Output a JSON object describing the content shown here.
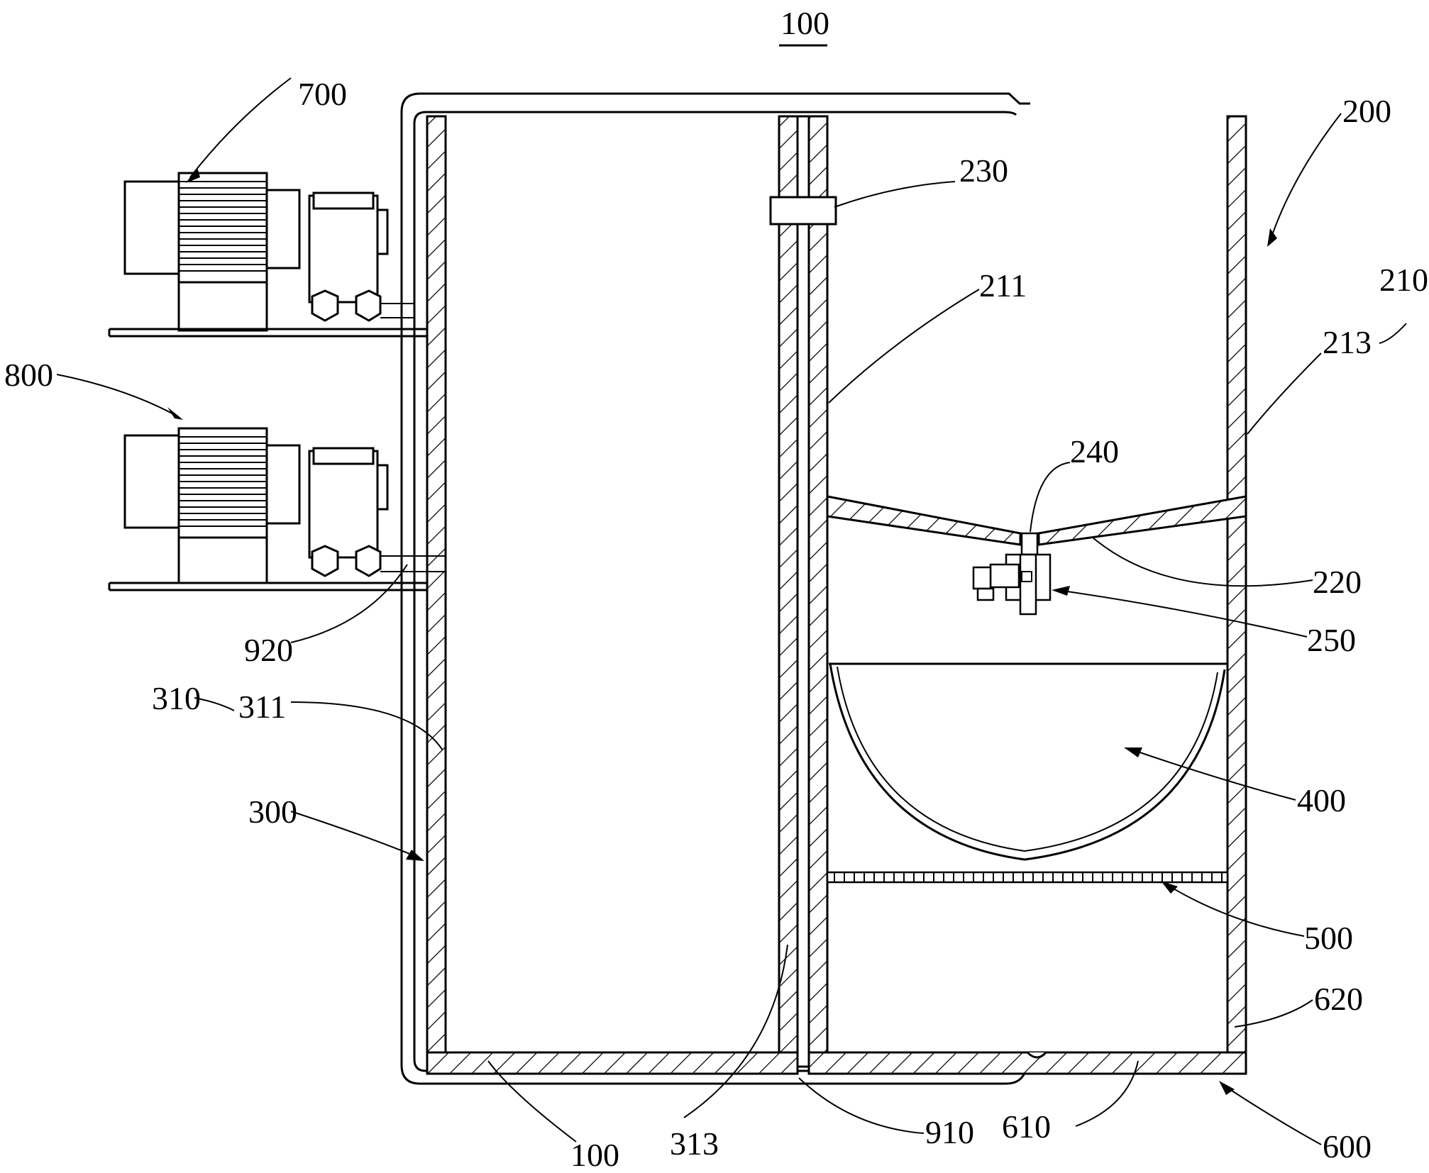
{
  "figure": {
    "title_ref": "100",
    "labels": {
      "l700": "700",
      "l800": "800",
      "l200": "200",
      "l210": "210",
      "l211": "211",
      "l213": "213",
      "l220": "220",
      "l230": "230",
      "l240": "240",
      "l250": "250",
      "l300": "300",
      "l310": "310",
      "l311": "311",
      "l313": "313",
      "l400": "400",
      "l500": "500",
      "l600": "600",
      "l610": "610",
      "l620": "620",
      "l910": "910",
      "l920": "920",
      "l100b": "100"
    }
  }
}
